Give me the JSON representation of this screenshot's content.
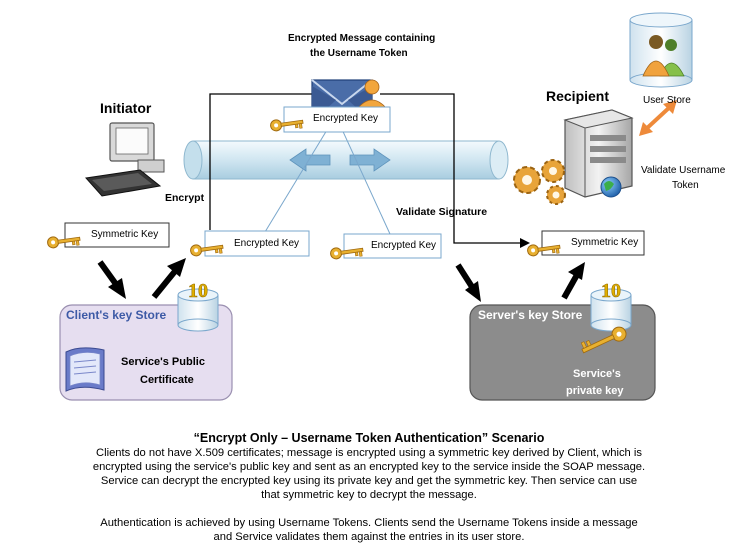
{
  "labels": {
    "encrypted_message_line1": "Encrypted Message containing",
    "encrypted_message_line2": "the Username Token",
    "initiator": "Initiator",
    "recipient": "Recipient",
    "user_store": "User Store",
    "validate_username_line1": "Validate Username",
    "validate_username_line2": "Token",
    "encrypt": "Encrypt",
    "validate_signature": "Validate Signature",
    "client_key_store": "Client's key Store",
    "server_key_store": "Server's key Store",
    "service_public_cert_line1": "Service's Public",
    "service_public_cert_line2": "Certificate",
    "service_private_key_line1": "Service's",
    "service_private_key_line2": "private key"
  },
  "boxes": {
    "encrypted_key_top": "Encrypted Key",
    "symmetric_key_left": "Symmetric Key",
    "encrypted_key_left": "Encrypted Key",
    "encrypted_key_right": "Encrypted Key",
    "symmetric_key_right": "Symmetric Key"
  },
  "caption": {
    "title": "“Encrypt Only – Username Token Authentication” Scenario",
    "para1": [
      "Clients do not have X.509 certificates; message is encrypted using a symmetric key derived by Client, which is",
      "encrypted using the service's public key and sent as an encrypted key to the service inside the SOAP message.",
      "Service can decrypt the encrypted key using its private key and get the symmetric key. Then service can use",
      "that symmetric key to decrypt the message."
    ],
    "para2": [
      "Authentication is achieved by using Username Tokens. Clients send the Username Tokens inside a message",
      "and Service validates them against the entries in its user store."
    ]
  },
  "colors": {
    "pipe": "#d6eaf3",
    "client_store_fill": "#e6def0",
    "server_store_fill": "#8c8c8c",
    "key_gold": "#e8b030",
    "arrow_blue": "#7fb1d4",
    "link_line": "#7aa7cc",
    "orange_arrow": "#ee8a3a"
  },
  "icons": [
    "computer-icon",
    "server-icon",
    "gears-icon",
    "globe-icon",
    "envelope-icon",
    "users-icon",
    "key-icon",
    "database-icon",
    "certificate-icon"
  ]
}
